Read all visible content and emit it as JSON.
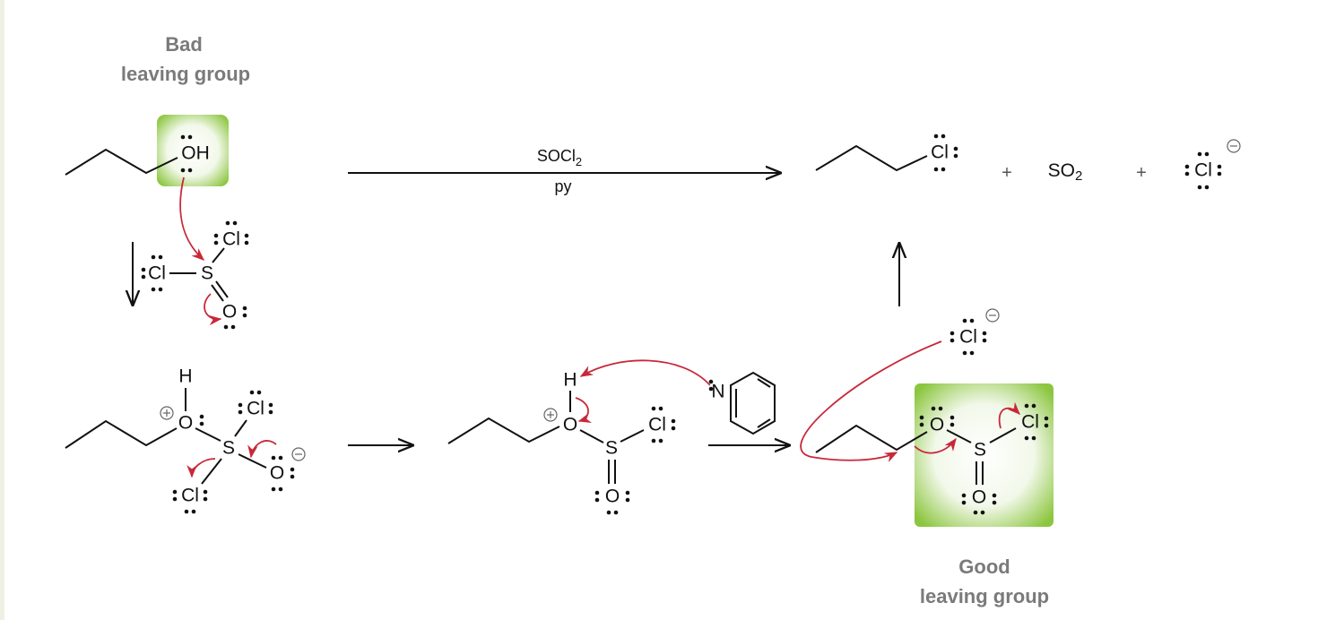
{
  "labels": {
    "bad": "Bad",
    "bad_sub": "leaving group",
    "good": "Good",
    "good_sub": "leaving group"
  },
  "conditions": {
    "reagent": "SOCl",
    "reagent_sub": "2",
    "base": "py"
  },
  "atoms": {
    "O": "O",
    "H": "H",
    "OH": "OH",
    "Cl": "Cl",
    "S": "S",
    "N": "N",
    "SO": "SO",
    "sub2": "2",
    "plus": "+"
  },
  "colors": {
    "highlight": "#8cc63f",
    "arrow": "#c8283a",
    "label": "#7a7a7a"
  }
}
